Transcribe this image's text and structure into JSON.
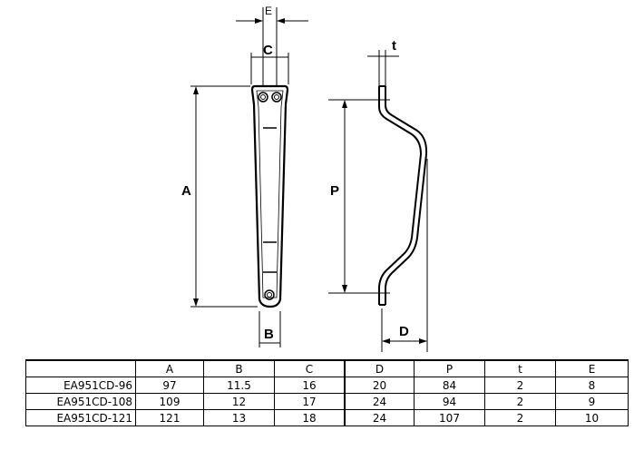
{
  "dimension_labels": {
    "E": "E",
    "C": "C",
    "A": "A",
    "B": "B",
    "t": "t",
    "P": "P",
    "D": "D"
  },
  "table": {
    "headers": [
      "",
      "A",
      "B",
      "C",
      "D",
      "P",
      "t",
      "E"
    ],
    "rows": [
      [
        "EA951CD-96",
        "97",
        "11.5",
        "16",
        "20",
        "84",
        "2",
        "8"
      ],
      [
        "EA951CD-108",
        "109",
        "12",
        "17",
        "24",
        "94",
        "2",
        "9"
      ],
      [
        "EA951CD-121",
        "121",
        "13",
        "18",
        "24",
        "107",
        "2",
        "10"
      ]
    ]
  }
}
